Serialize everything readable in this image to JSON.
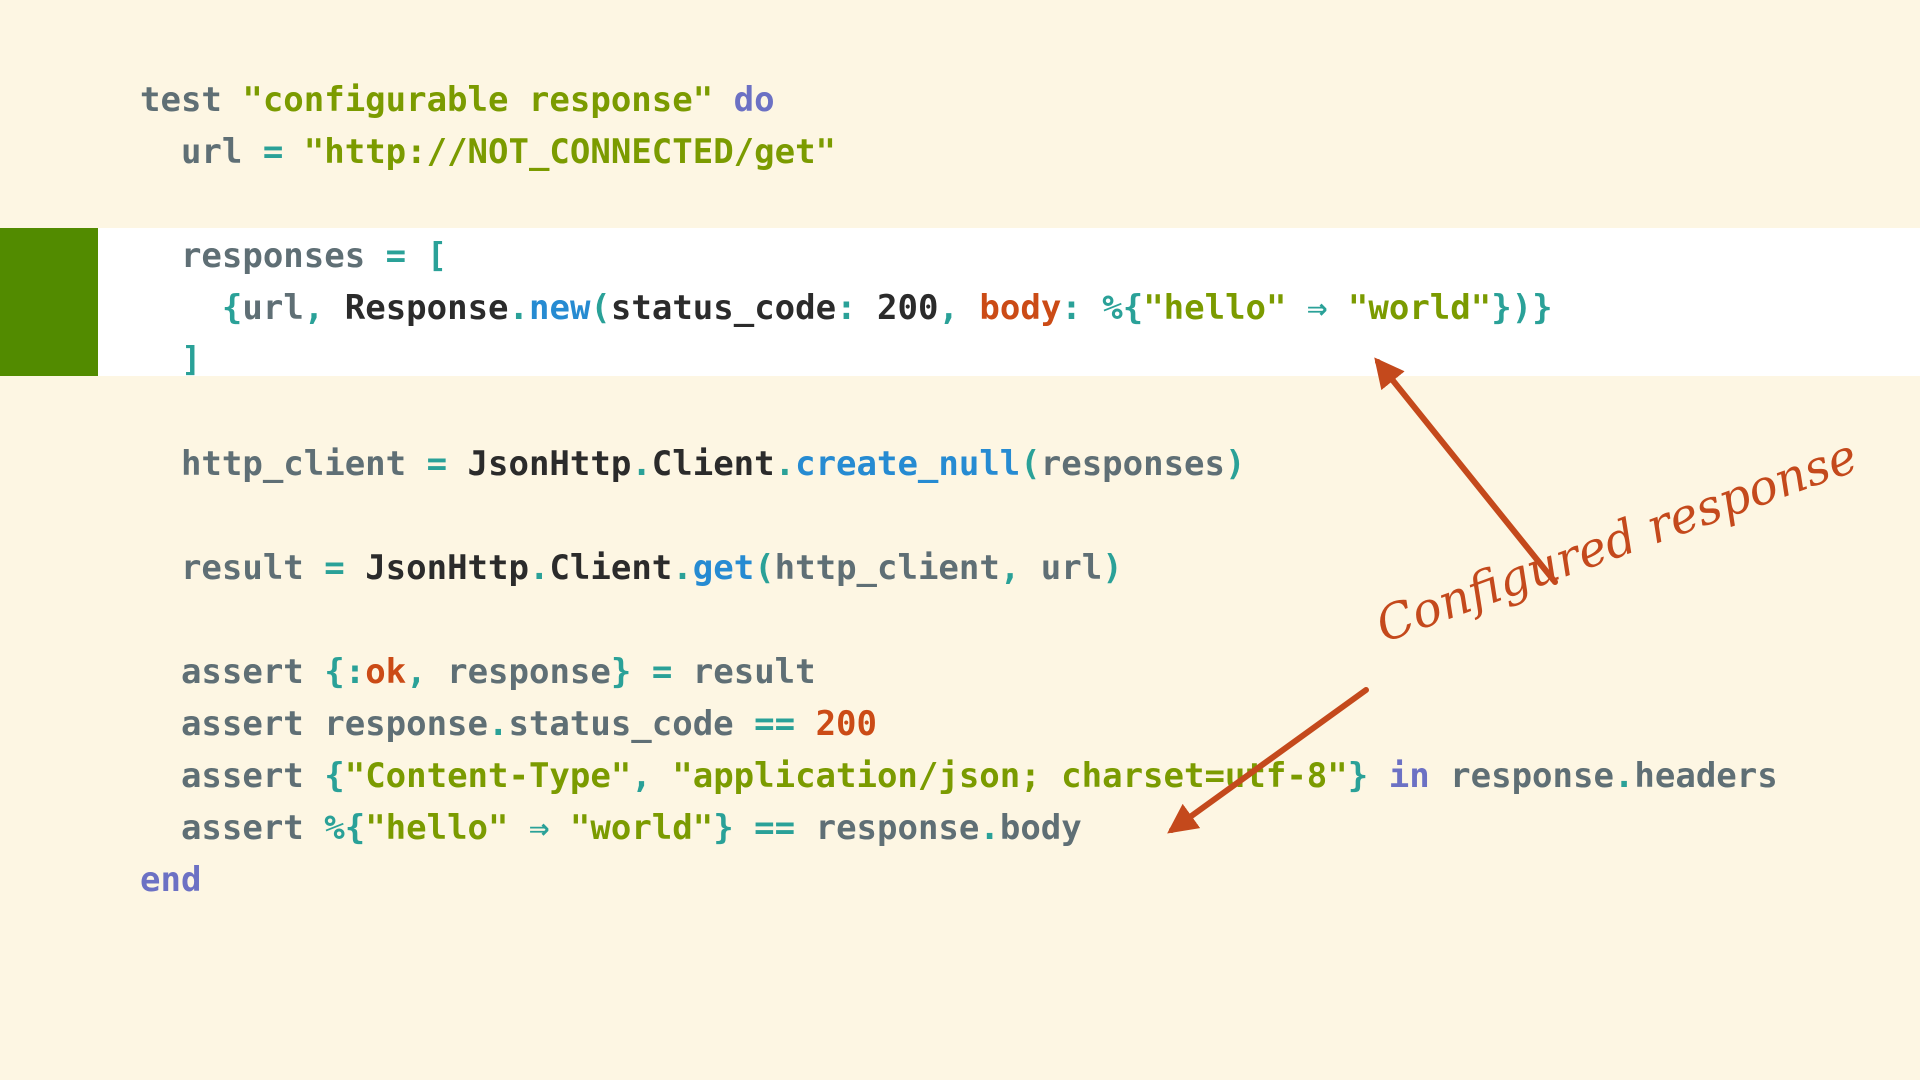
{
  "colors": {
    "background": "#fdf6e3",
    "highlight_band": "#ffffff",
    "gutter_marker": "#528b00",
    "annotation": "#c4491c"
  },
  "code": {
    "lines": [
      [
        {
          "t": "test ",
          "c": "ident"
        },
        {
          "t": "\"configurable response\"",
          "c": "str"
        },
        {
          "t": " ",
          "c": "ident"
        },
        {
          "t": "do",
          "c": "kw"
        }
      ],
      [
        {
          "t": "  url ",
          "c": "ident"
        },
        {
          "t": "=",
          "c": "punct"
        },
        {
          "t": " ",
          "c": "ident"
        },
        {
          "t": "\"http://NOT_CONNECTED/get\"",
          "c": "str"
        }
      ],
      [],
      [
        {
          "t": "  responses ",
          "c": "ident"
        },
        {
          "t": "= [",
          "c": "punct"
        }
      ],
      [
        {
          "t": "    ",
          "c": "ident"
        },
        {
          "t": "{",
          "c": "punct"
        },
        {
          "t": "url",
          "c": "ident"
        },
        {
          "t": ", ",
          "c": "punct"
        },
        {
          "t": "Response",
          "c": "mod"
        },
        {
          "t": ".",
          "c": "punct"
        },
        {
          "t": "new",
          "c": "fn"
        },
        {
          "t": "(",
          "c": "punct"
        },
        {
          "t": "status_code",
          "c": "mod"
        },
        {
          "t": ": ",
          "c": "punct"
        },
        {
          "t": "200",
          "c": "num-d"
        },
        {
          "t": ", ",
          "c": "punct"
        },
        {
          "t": "body",
          "c": "key"
        },
        {
          "t": ": %{",
          "c": "punct"
        },
        {
          "t": "\"hello\"",
          "c": "str"
        },
        {
          "t": " ⇒ ",
          "c": "punct"
        },
        {
          "t": "\"world\"",
          "c": "str"
        },
        {
          "t": "})}",
          "c": "punct"
        }
      ],
      [
        {
          "t": "  ]",
          "c": "punct"
        }
      ],
      [],
      [
        {
          "t": "  http_client ",
          "c": "ident"
        },
        {
          "t": "=",
          "c": "punct"
        },
        {
          "t": " ",
          "c": "ident"
        },
        {
          "t": "JsonHttp",
          "c": "mod"
        },
        {
          "t": ".",
          "c": "punct"
        },
        {
          "t": "Client",
          "c": "mod"
        },
        {
          "t": ".",
          "c": "punct"
        },
        {
          "t": "create_null",
          "c": "fn"
        },
        {
          "t": "(",
          "c": "punct"
        },
        {
          "t": "responses",
          "c": "ident"
        },
        {
          "t": ")",
          "c": "punct"
        }
      ],
      [],
      [
        {
          "t": "  result ",
          "c": "ident"
        },
        {
          "t": "=",
          "c": "punct"
        },
        {
          "t": " ",
          "c": "ident"
        },
        {
          "t": "JsonHttp",
          "c": "mod"
        },
        {
          "t": ".",
          "c": "punct"
        },
        {
          "t": "Client",
          "c": "mod"
        },
        {
          "t": ".",
          "c": "punct"
        },
        {
          "t": "get",
          "c": "fn"
        },
        {
          "t": "(",
          "c": "punct"
        },
        {
          "t": "http_client",
          "c": "ident"
        },
        {
          "t": ", ",
          "c": "punct"
        },
        {
          "t": "url",
          "c": "ident"
        },
        {
          "t": ")",
          "c": "punct"
        }
      ],
      [],
      [
        {
          "t": "  assert ",
          "c": "ident"
        },
        {
          "t": "{:",
          "c": "punct"
        },
        {
          "t": "ok",
          "c": "num"
        },
        {
          "t": ", ",
          "c": "punct"
        },
        {
          "t": "response",
          "c": "ident"
        },
        {
          "t": "}",
          "c": "punct"
        },
        {
          "t": " ",
          "c": "ident"
        },
        {
          "t": "=",
          "c": "punct"
        },
        {
          "t": " result",
          "c": "ident"
        }
      ],
      [
        {
          "t": "  assert response",
          "c": "ident"
        },
        {
          "t": ".",
          "c": "punct"
        },
        {
          "t": "status_code ",
          "c": "ident"
        },
        {
          "t": "==",
          "c": "punct"
        },
        {
          "t": " ",
          "c": "ident"
        },
        {
          "t": "200",
          "c": "num"
        }
      ],
      [
        {
          "t": "  assert ",
          "c": "ident"
        },
        {
          "t": "{",
          "c": "punct"
        },
        {
          "t": "\"Content-Type\"",
          "c": "str"
        },
        {
          "t": ", ",
          "c": "punct"
        },
        {
          "t": "\"application/json; charset=utf-8\"",
          "c": "str"
        },
        {
          "t": "}",
          "c": "punct"
        },
        {
          "t": " ",
          "c": "ident"
        },
        {
          "t": "in",
          "c": "kw"
        },
        {
          "t": " response",
          "c": "ident"
        },
        {
          "t": ".",
          "c": "punct"
        },
        {
          "t": "headers",
          "c": "ident"
        }
      ],
      [
        {
          "t": "  assert ",
          "c": "ident"
        },
        {
          "t": "%{",
          "c": "punct"
        },
        {
          "t": "\"hello\"",
          "c": "str"
        },
        {
          "t": " ⇒ ",
          "c": "punct"
        },
        {
          "t": "\"world\"",
          "c": "str"
        },
        {
          "t": "}",
          "c": "punct"
        },
        {
          "t": " ",
          "c": "ident"
        },
        {
          "t": "==",
          "c": "punct"
        },
        {
          "t": " response",
          "c": "ident"
        },
        {
          "t": ".",
          "c": "punct"
        },
        {
          "t": "body",
          "c": "ident"
        }
      ],
      [
        {
          "t": "end",
          "c": "kw"
        }
      ]
    ]
  },
  "annotation": {
    "label": "Configured response"
  }
}
